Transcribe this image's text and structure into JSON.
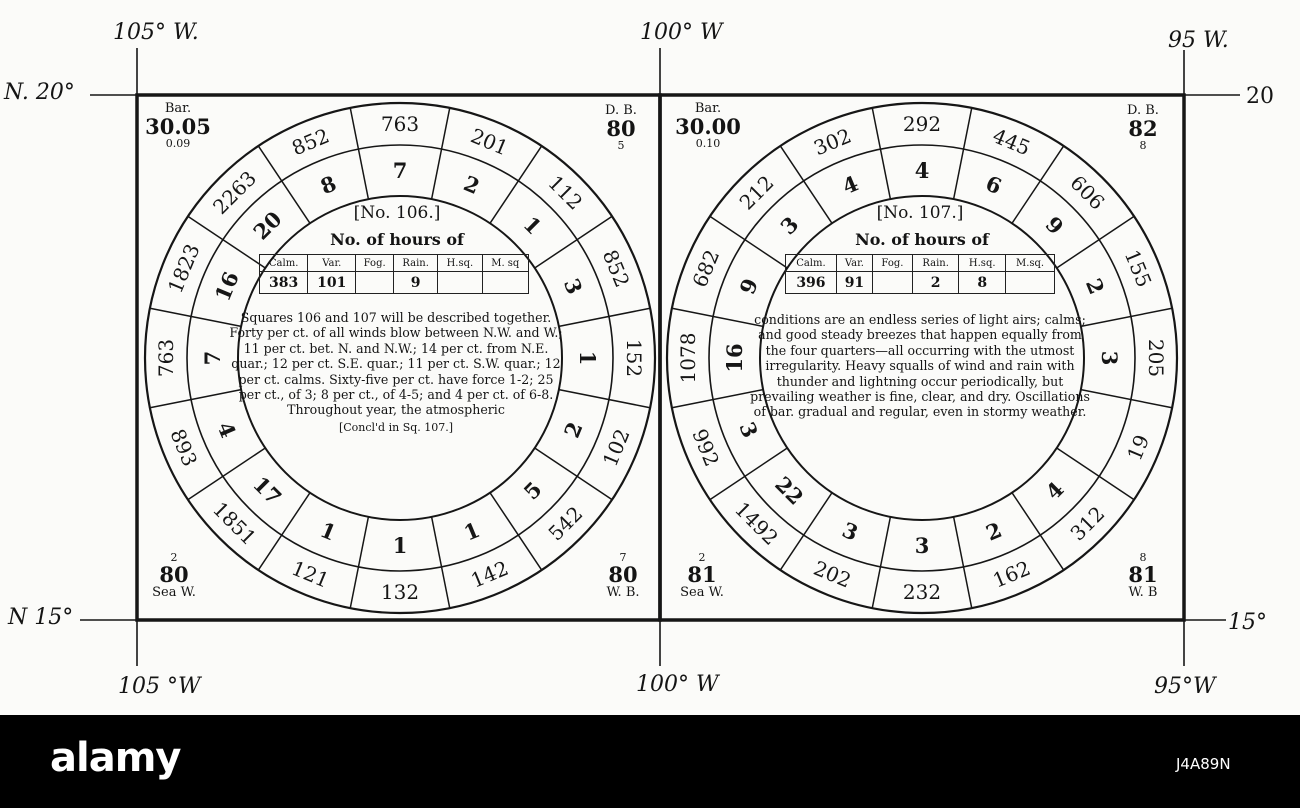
{
  "meridians": {
    "top": [
      "105° W.",
      "100° W",
      "95 W."
    ],
    "bottom": [
      "105 °W",
      "100° W",
      "95°W"
    ]
  },
  "parallels": {
    "north_left": "N. 20°",
    "north_right": "20",
    "south_left": "N 15°",
    "south_right": "15°"
  },
  "squares": [
    {
      "id": "sq106",
      "title": "[No. 106.]",
      "subtitle": "No. of hours of",
      "table_headers": [
        "Calm.",
        "Var.",
        "Fog.",
        "Rain.",
        "H.sq.",
        "M. sq"
      ],
      "table_values": [
        "383",
        "101",
        "",
        "9",
        "",
        ""
      ],
      "text": "Squares 106 and 107 will be described together. Forty per ct. of all winds blow between N.W. and W.; 11 per ct. bet. N. and N.W.; 14 per ct. from N.E. quar.; 12 per ct. S.E. quar.; 11 per ct. S.W. quar.; 12 per ct. calms. Sixty-five per ct. have force 1-2; 25 per ct., of 3; 8 per ct., of 4-5; and 4 per ct. of 6-8. Throughout year, the atmospheric",
      "note": "[Concl'd in Sq. 107.]",
      "bar_label": "Bar.",
      "bar_value": "30.05",
      "bar_range": "0.09",
      "db_label": "D. B.",
      "db_value": "80",
      "db_range": "5",
      "sea_range": "2",
      "sea_value": "80",
      "sea_label": "Sea W.",
      "wb_range": "7",
      "wb_value": "80",
      "wb_label": "W. B.",
      "outer_ring": [
        "763",
        "201",
        "112",
        "852",
        "152",
        "102",
        "542",
        "142",
        "132",
        "121",
        "1851",
        "893",
        "763",
        "1823",
        "2263",
        "852"
      ],
      "inner_ring": [
        "7",
        "2",
        "1",
        "3",
        "1",
        "2",
        "5",
        "1",
        "1",
        "1",
        "17",
        "4",
        "7",
        "16",
        "20",
        "8"
      ]
    },
    {
      "id": "sq107",
      "title": "[No. 107.]",
      "subtitle": "No. of hours of",
      "table_headers": [
        "Calm.",
        "Var.",
        "Fog.",
        "Rain.",
        "H.sq.",
        "M.sq."
      ],
      "table_values": [
        "396",
        "91",
        "",
        "2",
        "8",
        ""
      ],
      "text": "conditions are an endless series of light airs; calms; and good steady breezes that happen equally from the four quarters—all occurring with the utmost irregularity. Heavy squalls of wind and rain with thunder and lightning occur periodically, but prevailing weather is fine, clear, and dry. Oscillations of bar. gradual and regular, even in stormy weather.",
      "note": "",
      "bar_label": "Bar.",
      "bar_value": "30.00",
      "bar_range": "0.10",
      "db_label": "D. B.",
      "db_value": "82",
      "db_range": "8",
      "sea_range": "2",
      "sea_value": "81",
      "sea_label": "Sea W.",
      "wb_range": "8",
      "wb_value": "81",
      "wb_label": "W. B",
      "outer_ring": [
        "292",
        "445",
        "606",
        "155",
        "205",
        "19",
        "312",
        "162",
        "232",
        "202",
        "1492",
        "992",
        "1078",
        "682",
        "212",
        "302"
      ],
      "inner_ring": [
        "4",
        "6",
        "9",
        "2",
        "3",
        "",
        "4",
        "2",
        "3",
        "3",
        "22",
        "3",
        "16",
        "9",
        "3",
        "4"
      ]
    }
  ],
  "watermark": {
    "brand": "alamy",
    "code": "J4A89N"
  }
}
